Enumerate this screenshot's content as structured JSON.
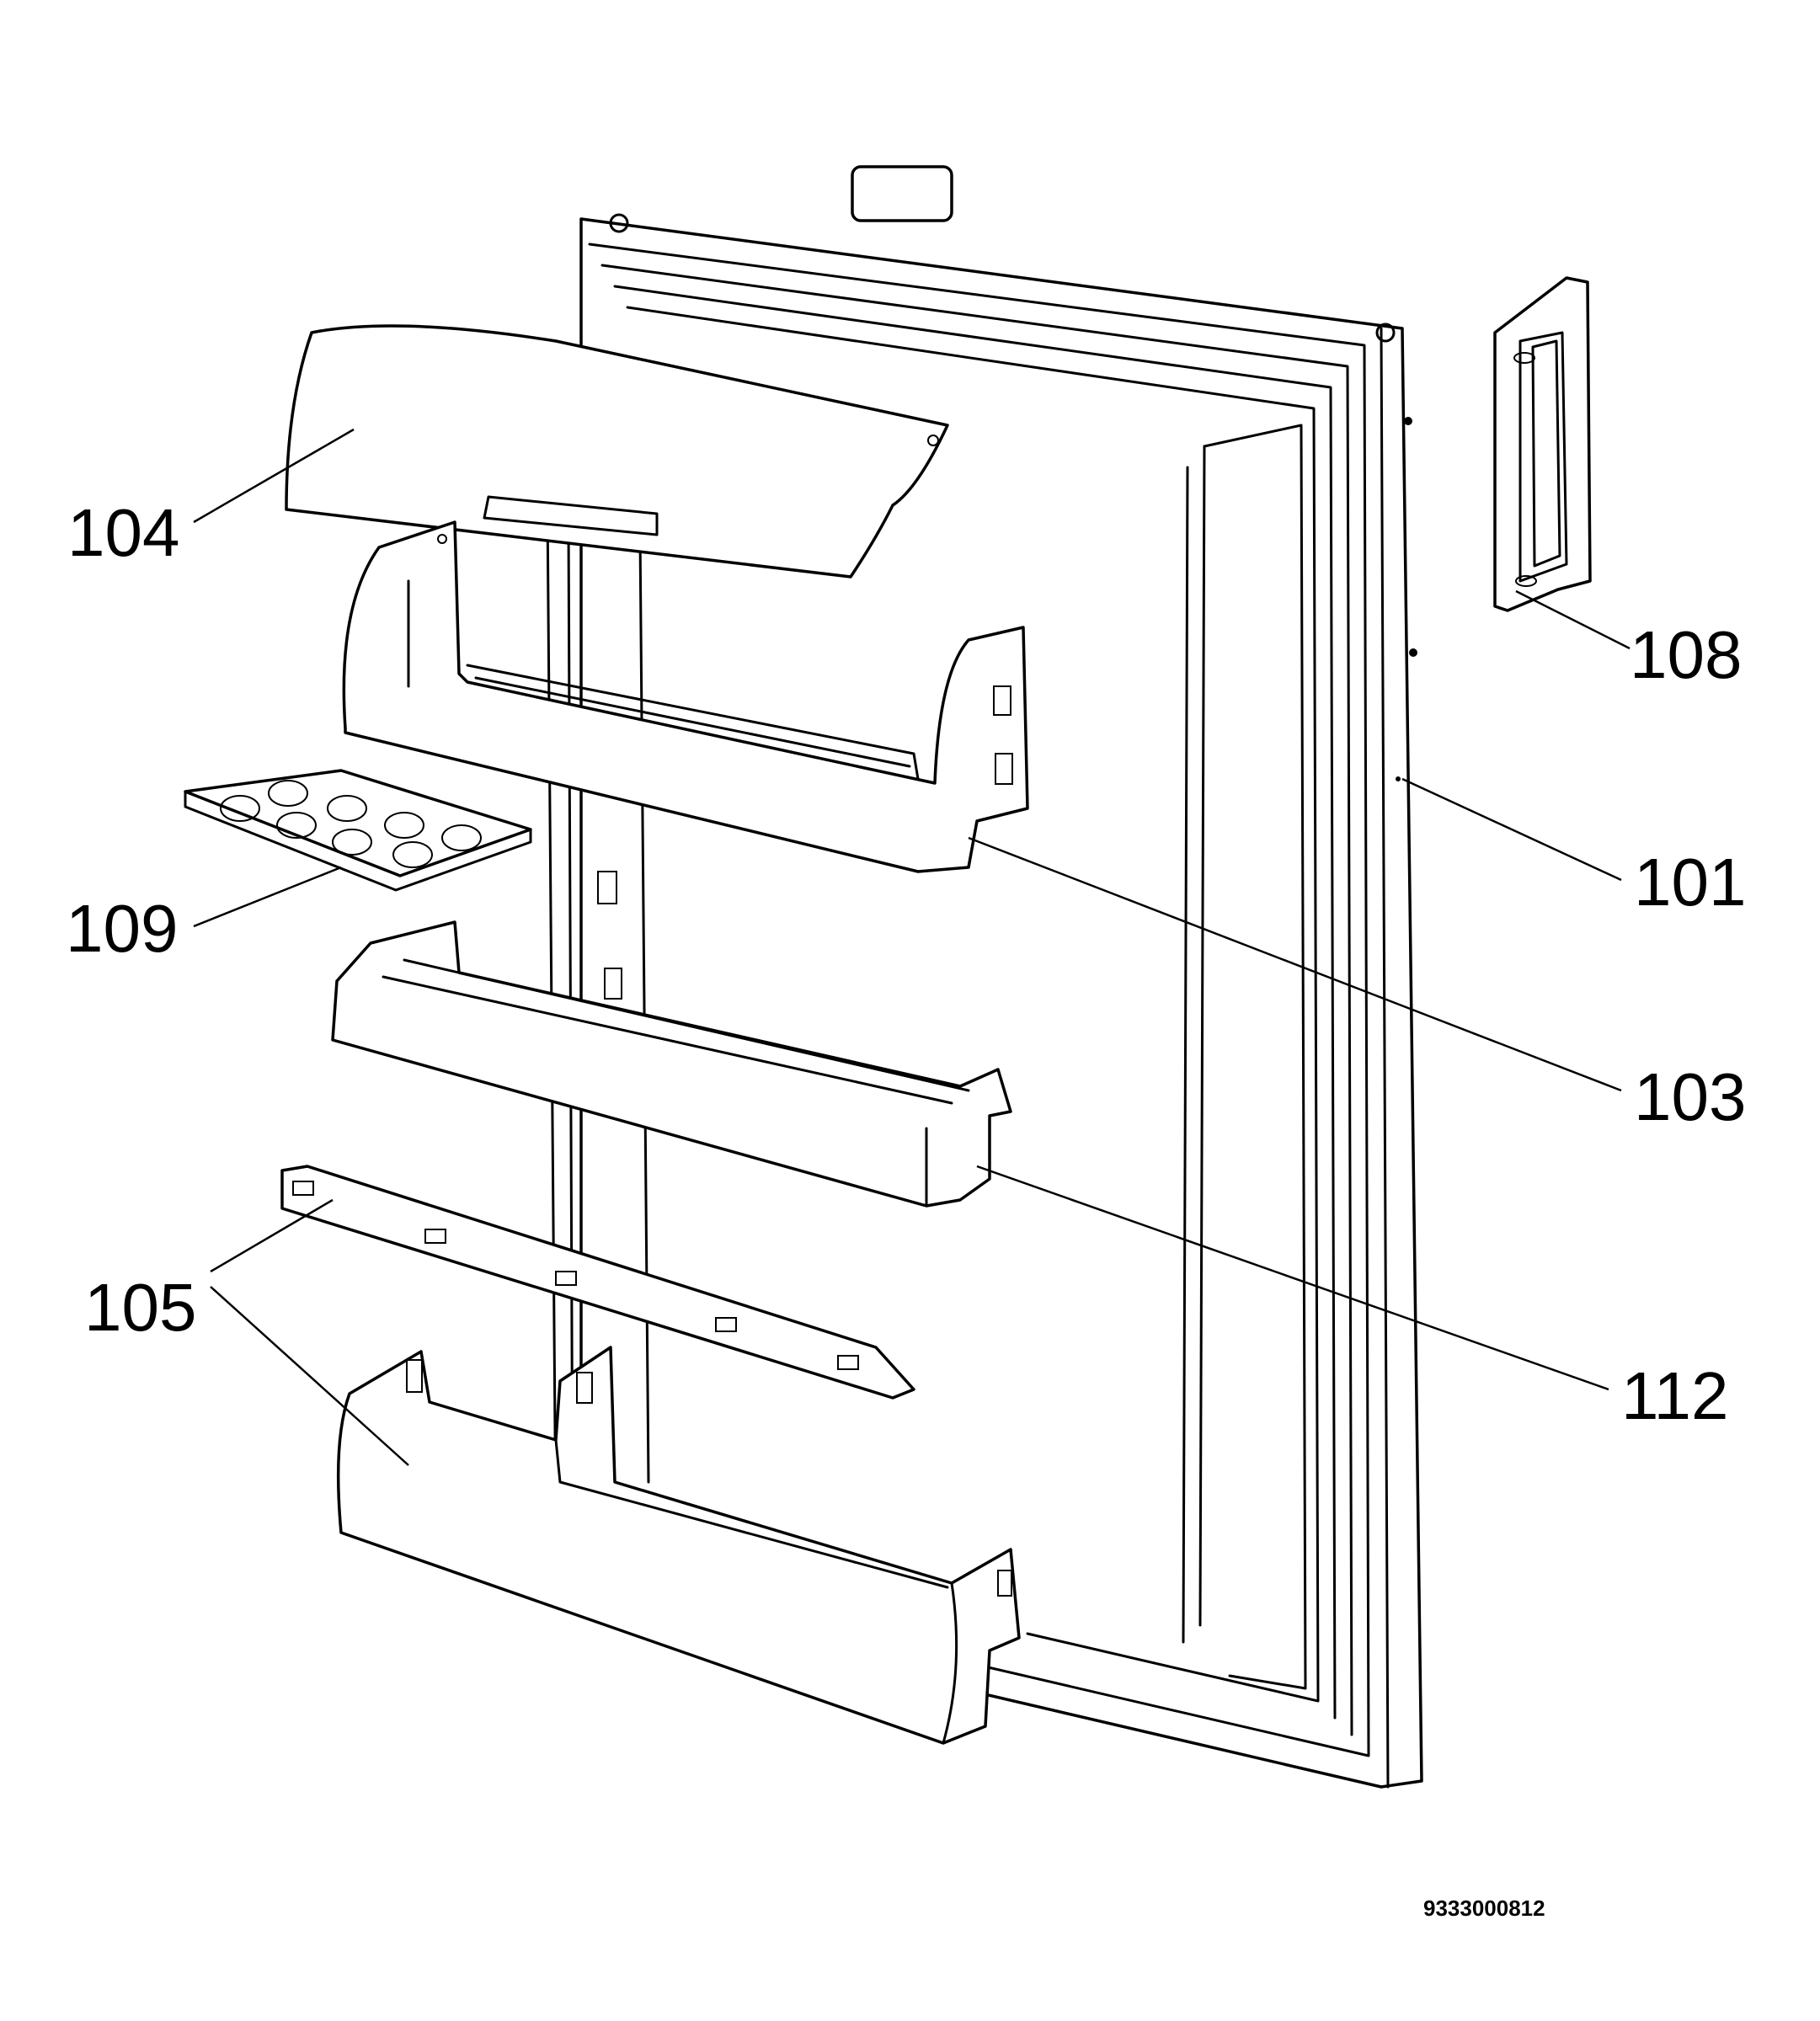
{
  "labels": {
    "p101": "101",
    "p103": "103",
    "p104": "104",
    "p105": "105",
    "p108": "108",
    "p109": "109",
    "p112": "112"
  },
  "reference_number": "9333000812"
}
